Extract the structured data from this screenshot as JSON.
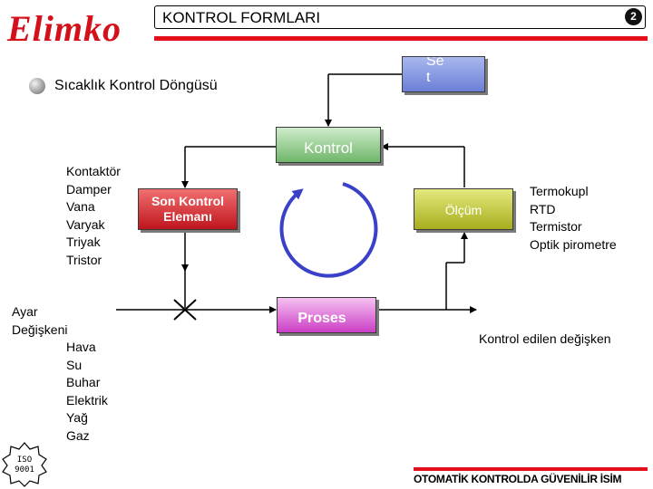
{
  "header": {
    "logo_text": "Elimko",
    "title": "KONTROL FORMLARI",
    "page_number": "2"
  },
  "subtitle": "Sıcaklık Kontrol Döngüsü",
  "boxes": {
    "set": "Set",
    "kontrol": "Kontrol",
    "son_kontrol": [
      "Son Kontrol",
      "Elemanı"
    ],
    "olcum": "Ölçüm",
    "proses": "Proses"
  },
  "final_elements": [
    "Kontaktör",
    "Damper",
    "Vana",
    "Varyak",
    "Triyak",
    "Tristor"
  ],
  "sensors": [
    "Termokupl",
    "RTD",
    "Termistor",
    "Optik pirometre"
  ],
  "manipulated": {
    "title_lines": [
      "Ayar",
      "Değişkeni"
    ],
    "items": [
      "Hava",
      "Su",
      "Buhar",
      "Elektrik",
      "Yağ",
      "Gaz"
    ]
  },
  "controlled_variable": "Kontrol edilen değişken",
  "iso_badge": [
    "ISO",
    "9001"
  ],
  "footer": "OTOMATİK KONTROLDA GÜVENİLİR İSİM",
  "colors": {
    "brand_red": "#e3101c",
    "loop_blue": "#3a40c8",
    "set_box": "#7f90dd",
    "kontrol_box": "#7fc27a",
    "son_kontrol_box": "#d02028",
    "olcum_box": "#b8bf2a",
    "proses_box": "#d54ccf"
  }
}
